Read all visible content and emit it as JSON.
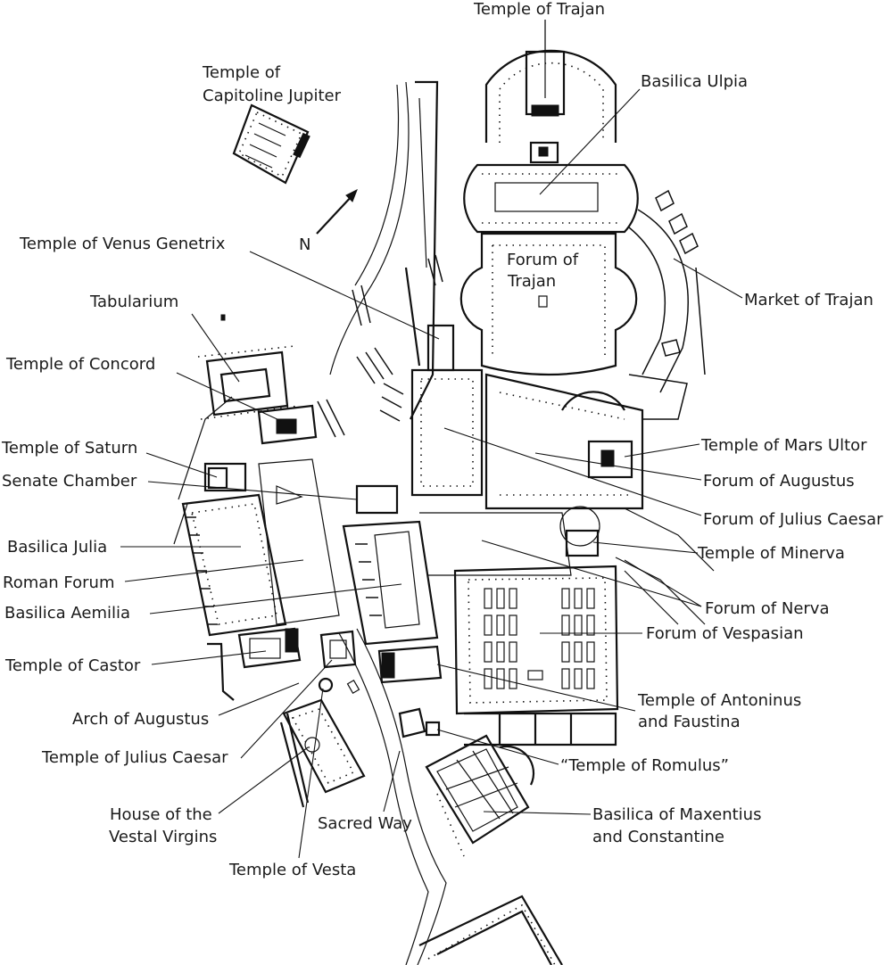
{
  "title": "",
  "north_marker": "N",
  "labels": {
    "temple_of_trajan": "Temple of Trajan",
    "basilica_ulpia": "Basilica Ulpia",
    "capitoline_line1": "Temple of",
    "capitoline_line2": "Capitoline Jupiter",
    "venus_genetrix": "Temple of Venus Genetrix",
    "forum_trajan_line1": "Forum of",
    "forum_trajan_line2": "Trajan",
    "market_of_trajan": "Market of Trajan",
    "tabularium": "Tabularium",
    "temple_of_concord": "Temple of Concord",
    "temple_of_saturn": "Temple of Saturn",
    "senate_chamber": "Senate Chamber",
    "temple_of_mars_ultor": "Temple of Mars Ultor",
    "forum_of_augustus": "Forum of Augustus",
    "forum_of_julius_caesar": "Forum of Julius Caesar",
    "basilica_julia": "Basilica Julia",
    "temple_of_minerva": "Temple of Minerva",
    "roman_forum": "Roman Forum",
    "basilica_aemilia": "Basilica Aemilia",
    "forum_of_nerva": "Forum of Nerva",
    "forum_of_vespasian": "Forum of Vespasian",
    "temple_of_castor": "Temple of Castor",
    "antoninus_line1": "Temple of Antoninus",
    "antoninus_line2": "and Faustina",
    "arch_of_augustus": "Arch of Augustus",
    "temple_of_julius_caesar": "Temple of Julius Caesar",
    "temple_of_romulus": "“Temple of Romulus”",
    "vestal_line1": "House of the",
    "vestal_line2": "Vestal Virgins",
    "sacred_way": "Sacred Way",
    "maxentius_line1": "Basilica of Maxentius",
    "maxentius_line2": "and Constantine",
    "temple_of_vesta": "Temple of Vesta"
  }
}
